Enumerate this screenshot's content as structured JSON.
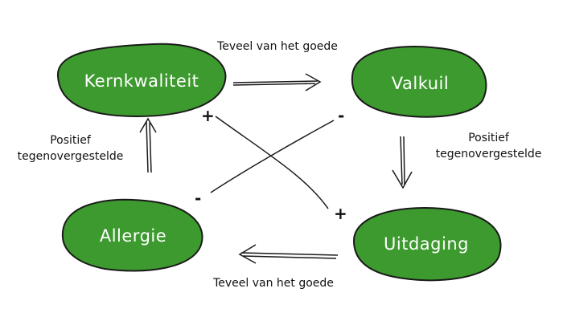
{
  "colors": {
    "blob_fill": "#3d9a2e",
    "stroke": "#1a1a1a"
  },
  "nodes": {
    "kern": "Kernkwaliteit",
    "valkuil": "Valkuil",
    "allergie": "Allergie",
    "uitdaging": "Uitdaging"
  },
  "labels": {
    "top": "Teveel van het goede",
    "bottom": "Teveel van het goede",
    "left_1": "Positief",
    "left_2": "tegenovergestelde",
    "right_1": "Positief",
    "right_2": "tegenovergestelde"
  },
  "signs": {
    "kern": "+",
    "valkuil": "-",
    "allergie": "-",
    "uitdaging": "+"
  }
}
